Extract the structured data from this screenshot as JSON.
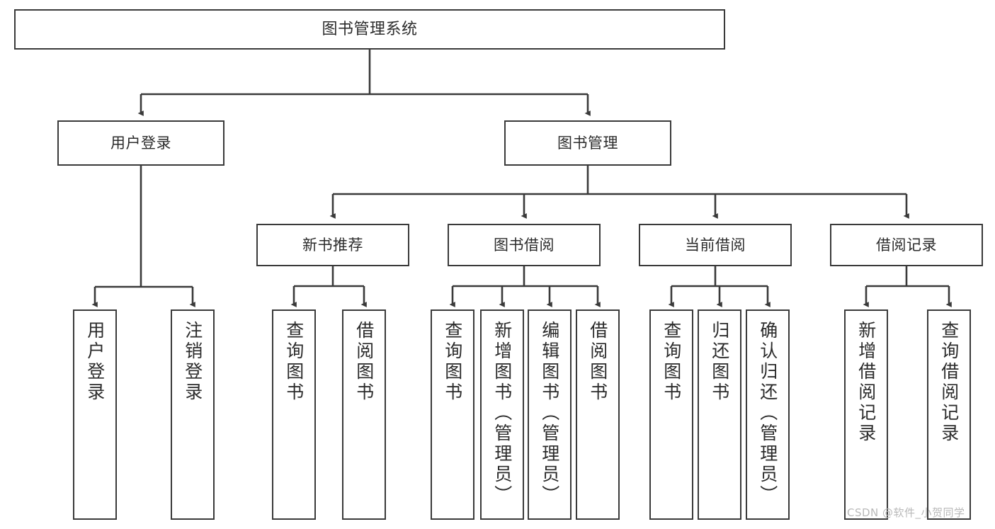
{
  "diagram": {
    "title": "图书管理系统",
    "type": "tree",
    "watermark": "CSDN @软件_小贺同学",
    "colors": {
      "stroke": "#3a3a3a",
      "text": "#2b2b2b",
      "background": "#ffffff",
      "watermark": "#b9b9b9"
    },
    "root": {
      "label": "图书管理系统"
    },
    "level2": [
      {
        "label": "用户登录"
      },
      {
        "label": "图书管理"
      }
    ],
    "level3": [
      {
        "label": "新书推荐"
      },
      {
        "label": "图书借阅"
      },
      {
        "label": "当前借阅"
      },
      {
        "label": "借阅记录"
      }
    ],
    "leaves": {
      "user_login": [
        {
          "label": "用户登录"
        },
        {
          "label": "注销登录"
        }
      ],
      "new_book": [
        {
          "label": "查询图书"
        },
        {
          "label": "借阅图书"
        }
      ],
      "book_borrow": [
        {
          "label": "查询图书"
        },
        {
          "label": "新增图书（管理员）"
        },
        {
          "label": "编辑图书（管理员）"
        },
        {
          "label": "借阅图书"
        }
      ],
      "current_borrow": [
        {
          "label": "查询图书"
        },
        {
          "label": "归还图书"
        },
        {
          "label": "确认归还（管理员）"
        }
      ],
      "borrow_record": [
        {
          "label": "新增借阅记录"
        },
        {
          "label": "查询借阅记录"
        }
      ]
    }
  }
}
